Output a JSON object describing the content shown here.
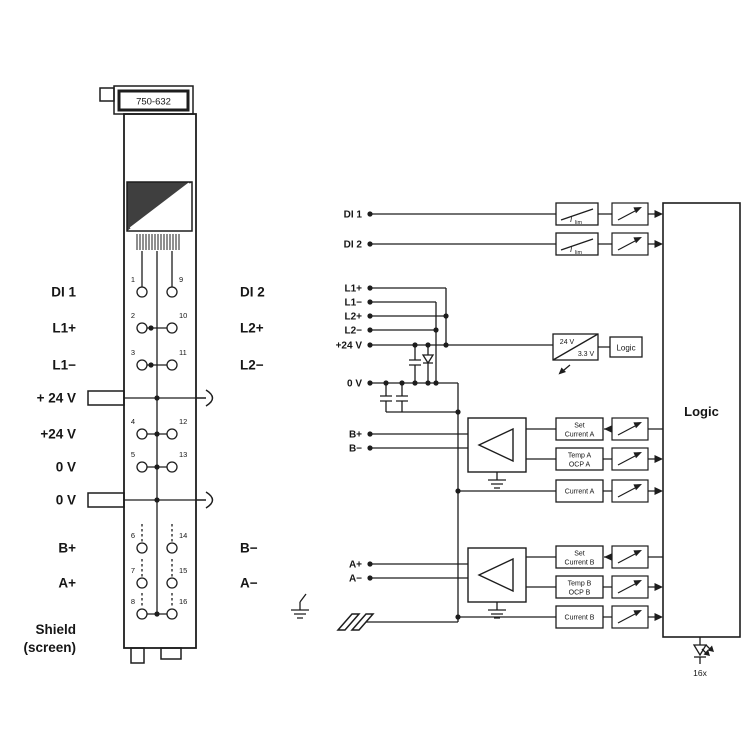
{
  "module": {
    "part_number": "750-632",
    "left_labels": [
      "DI 1",
      "L1+",
      "L1−",
      "+ 24 V",
      "+24 V",
      "0 V",
      "0 V",
      "B+",
      "A+"
    ],
    "shield_label": {
      "line1": "Shield",
      "line2": "(screen)"
    },
    "right_labels": [
      "DI 2",
      "L2+",
      "L2−",
      "B−",
      "A−"
    ],
    "terminal_numbers_left": [
      "1",
      "2",
      "3",
      "4",
      "5",
      "6",
      "7",
      "8"
    ],
    "terminal_numbers_right": [
      "9",
      "10",
      "11",
      "12",
      "13",
      "14",
      "15",
      "16"
    ]
  },
  "schematic": {
    "inputs": [
      "DI 1",
      "DI 2",
      "L1+",
      "L1−",
      "L2+",
      "L2−",
      "+24 V",
      "0 V",
      "B+",
      "B−",
      "A+",
      "A−"
    ],
    "current_limiter": {
      "symbol": "I",
      "subscript": "lim"
    },
    "converter": {
      "input": "24 V",
      "output": "3.3 V"
    },
    "logic_small_label": "Logic",
    "logic_main_label": "Logic",
    "set_current_a": {
      "line1": "Set",
      "line2": "Current A"
    },
    "temp_ocp_a": {
      "line1": "Temp A",
      "line2": "OCP A"
    },
    "current_a_label": "Current A",
    "set_current_b": {
      "line1": "Set",
      "line2": "Current B"
    },
    "temp_ocp_b": {
      "line1": "Temp B",
      "line2": "OCP B"
    },
    "current_b_label": "Current B",
    "led_count_label": "16x"
  }
}
